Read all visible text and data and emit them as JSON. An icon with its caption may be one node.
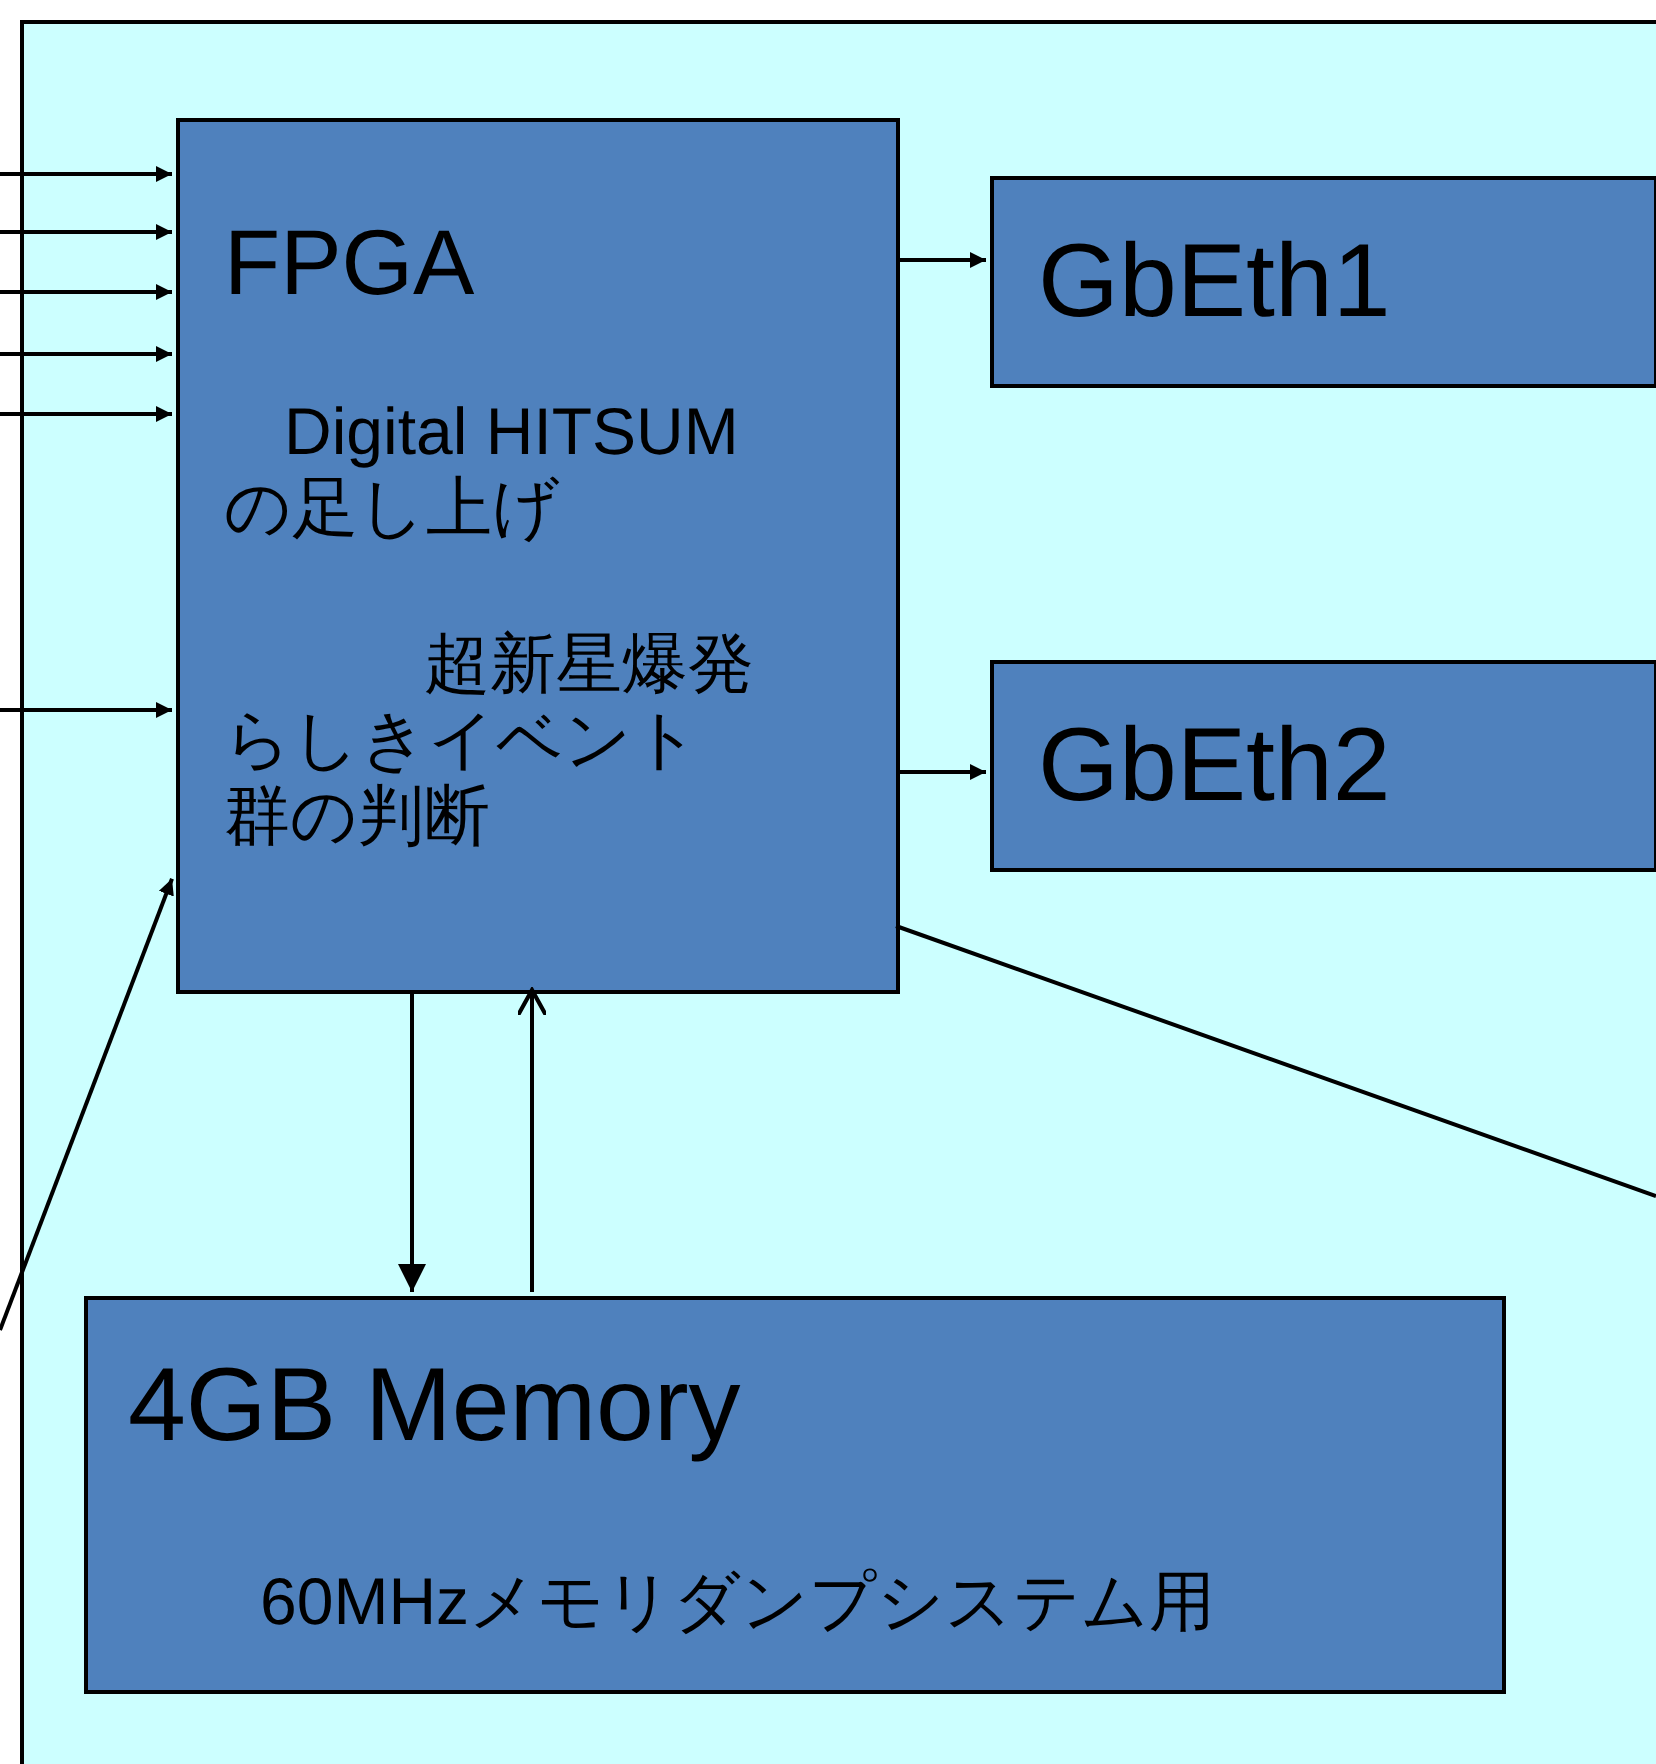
{
  "diagram": {
    "nodes": [
      {
        "text": [],
        "shape": "box"
      },
      {
        "text": [
          "FPGA",
          "Digital HITSUMの足し上げ",
          "超新星爆発らしきイベント群の判断"
        ],
        "in": 0
      },
      {
        "text": [
          "GbEth1"
        ],
        "in": 0
      },
      {
        "text": [
          "GbEth2"
        ],
        "in": 0
      },
      {
        "text": [
          "4GB Memory",
          "60MHzメモリダンプシステム用"
        ],
        "in": 0
      }
    ],
    "edges": [
      {
        "from": null,
        "to": 1,
        "arrow": "to"
      },
      {
        "from": null,
        "to": 1,
        "arrow": "to"
      },
      {
        "from": null,
        "to": 1,
        "arrow": "to"
      },
      {
        "from": null,
        "to": 1,
        "arrow": "to"
      },
      {
        "from": null,
        "to": 1,
        "arrow": "to"
      },
      {
        "from": null,
        "to": 1,
        "arrow": "to"
      },
      {
        "from": null,
        "to": 1,
        "arrow": "to"
      },
      {
        "from": 1,
        "to": 2,
        "arrow": "to"
      },
      {
        "from": 1,
        "to": 3,
        "arrow": "to"
      },
      {
        "from": 1,
        "to": 4,
        "arrow": "to"
      },
      {
        "from": 4,
        "to": 1,
        "arrow": "to"
      },
      {
        "from": 1,
        "to": null,
        "arrow": "none"
      }
    ]
  }
}
